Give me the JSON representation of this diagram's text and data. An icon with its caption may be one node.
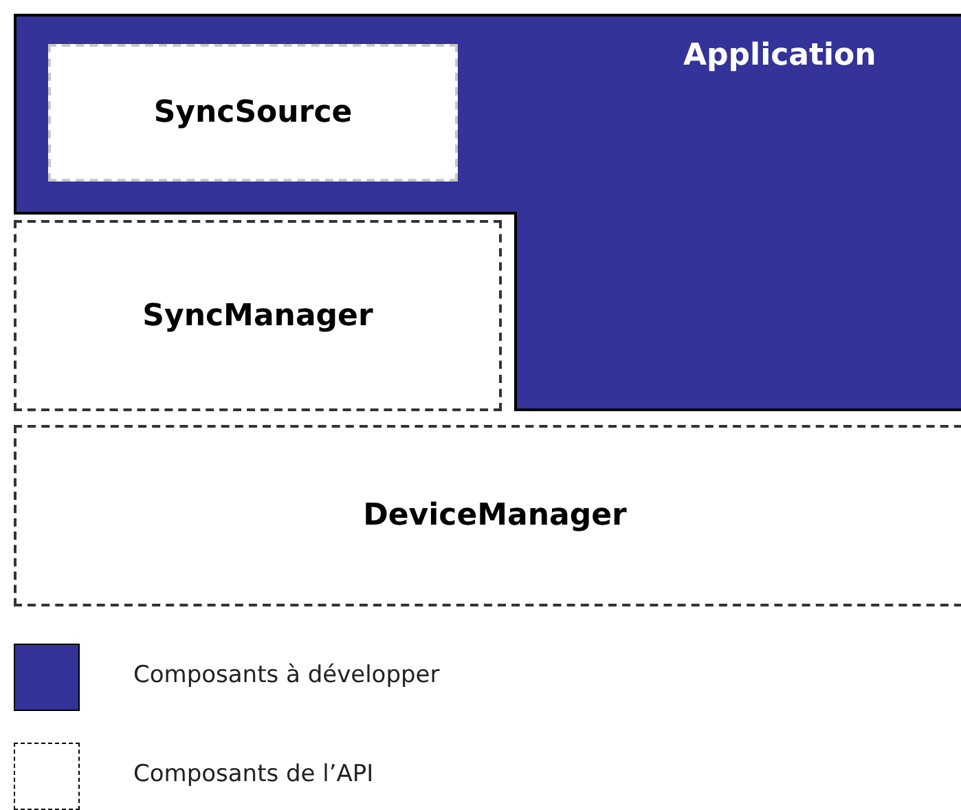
{
  "diagram": {
    "nodes": [
      {
        "text": [
          "Application"
        ]
      },
      {
        "text": [
          "SyncSource"
        ],
        "in": 0
      },
      {
        "text": [
          "SyncManager"
        ]
      },
      {
        "text": [
          "DeviceManager"
        ]
      }
    ],
    "edges": [],
    "legend": [
      {
        "text": "Composants à développer",
        "color": "#333399"
      },
      {
        "text": "Composants de l’API"
      }
    ]
  }
}
